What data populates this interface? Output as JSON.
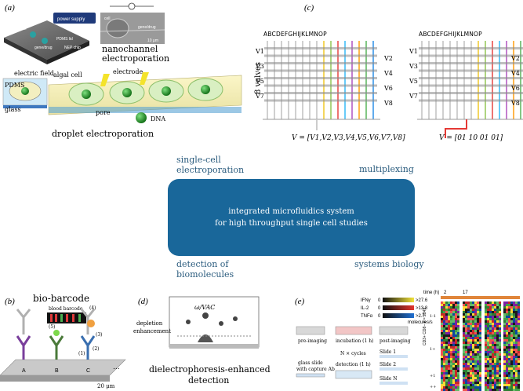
{
  "center": {
    "line1": "integrated microfluidics system",
    "line2": "for high throughput single cell studies",
    "box_color": "#19679a"
  },
  "corners": {
    "top_left": "single-cell electroporation",
    "top_right": "multiplexing",
    "bottom_left": "detection of biomolecules",
    "bottom_right": "systems biology"
  },
  "panel_a": {
    "label": "(a)",
    "device_labels": [
      "power supply",
      "cell",
      "PDMS lid",
      "gene/drug",
      "NEP chip"
    ],
    "micro_labels": [
      "cell",
      "gene/drug",
      "10 μm"
    ],
    "title1": "nanochannel",
    "title2": "electroporation",
    "droplet_labels": [
      "electric field",
      "PDMS",
      "glass",
      "algal cell",
      "electrode",
      "pore",
      "DNA"
    ],
    "title3": "droplet electroporation"
  },
  "panel_c": {
    "label": "(c)",
    "columns": "ABCDEFGHIJKLMNOP",
    "side_label": "8 valves",
    "left_valves": [
      "V1",
      "V3",
      "V5",
      "V7"
    ],
    "right_valves_left": [
      "V2",
      "V4",
      "V6",
      "V8"
    ],
    "right_left_valves": [
      "V1",
      "V3",
      "V5",
      "V7"
    ],
    "right_right_valves": [
      "V2",
      "V4",
      "V6",
      "V8"
    ],
    "formula_left": "V = [V1,V2,V3,V4,V5,V6,V7,V8]",
    "formula_right": "V = [01 10 01 01]"
  },
  "panel_b": {
    "label": "(b)",
    "title": "bio-barcode",
    "barcode_label": "blood barcode",
    "numbers": [
      "(1)",
      "(2)",
      "(3)",
      "(4)",
      "(5)"
    ],
    "sites": [
      "A",
      "B",
      "C",
      "..."
    ],
    "scale": "20 μm"
  },
  "panel_d": {
    "label": "(d)",
    "signal": "ω/VAC",
    "left_text1": "depletion",
    "left_text2": "enhancement",
    "title1": "dielectrophoresis-enhanced",
    "title2": "detection"
  },
  "panel_e": {
    "label": "(e)",
    "legend": [
      {
        "name": "IFNγ",
        "low": "0",
        "high": ">27.6"
      },
      {
        "name": "IL-2",
        "low": "0",
        "high": ">13.8"
      },
      {
        "name": "TNFα",
        "low": "0",
        "high": ">2.7"
      }
    ],
    "units": "molecules/s",
    "steps": [
      "pre-imaging",
      "incubation (1 h)",
      "post-imaging",
      "N × cycles",
      "detection (1 h)"
    ],
    "glass_label1": "glass slide",
    "glass_label2": "with capture Ab",
    "slides": [
      "Slide 1",
      "Slide 2",
      "Slide N"
    ],
    "time_label": "time (h)",
    "time_ticks": [
      "2",
      "17"
    ],
    "side_label": "CD3+ CD8− n = 2349",
    "row_marks": [
      "1-1",
      "1+",
      "+1",
      "++"
    ]
  }
}
